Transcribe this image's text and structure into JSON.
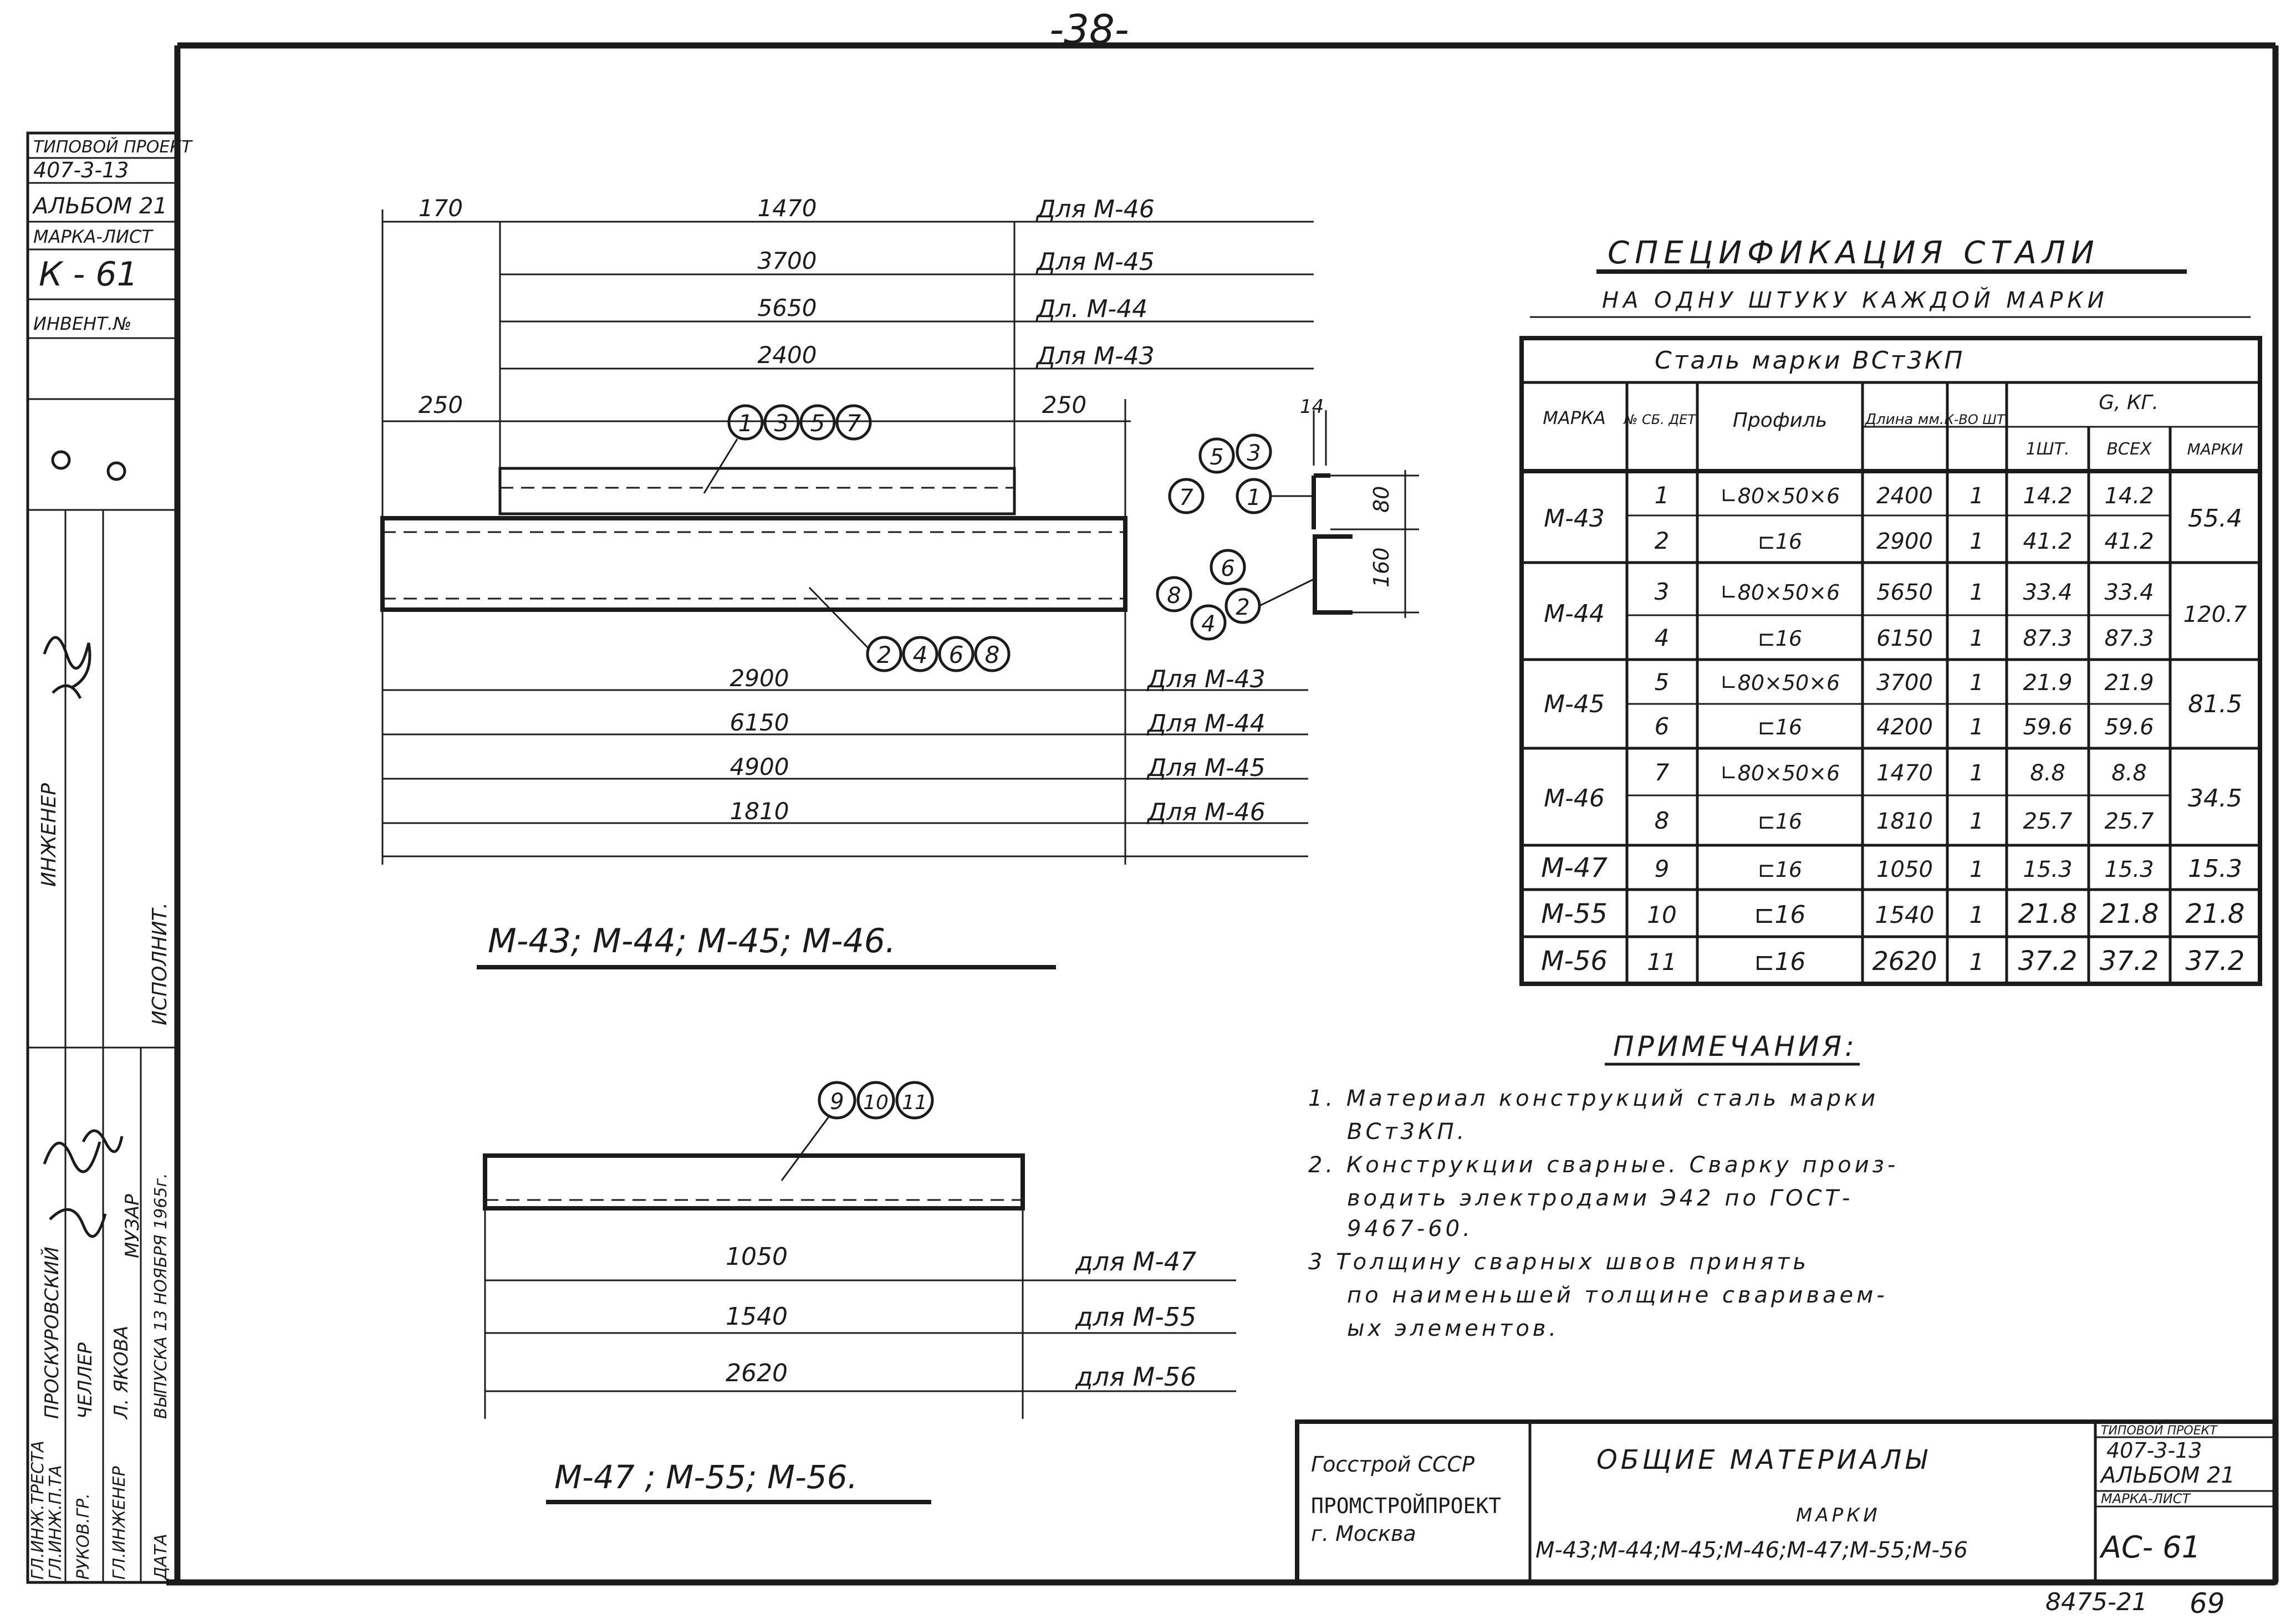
{
  "page_number": "-38-",
  "stamp_left": {
    "rows": [
      "ТИПОВОЙ ПРОЕКТ",
      "407-3-13",
      "АЛЬБОМ 21",
      "МАРКА-ЛИСТ",
      "К - 61",
      "ИНВЕНТ.№"
    ],
    "roles": [
      "ГЛ.ИНЖ.ТРЕСТА",
      "ГЛ.ИНЖ.П.ТА",
      "РУКОВ.ГР.",
      "ГЛ.ИНЖЕНЕР",
      "ДАТА"
    ],
    "names": [
      "ПРОСКУРОВСКИЙ",
      "ЧЕЛЛЕР",
      "Л. ЯКОВА",
      "МУЗАР",
      "ВЫПУСКА 13 НОЯБРЯ 1965г."
    ],
    "col_labels": [
      "ИСПОЛНИТ.",
      "ИНЖЕНЕР"
    ]
  },
  "drawing_top": {
    "dims_top": [
      {
        "value": "1470",
        "label": "Для М-46"
      },
      {
        "value": "3700",
        "label": "Для М-45"
      },
      {
        "value": "5650",
        "label": "Дл. М-44"
      },
      {
        "value": "2400",
        "label": "Для М-43"
      }
    ],
    "left_170": "170",
    "left_250": "250",
    "right_250": "250",
    "dims_bottom": [
      {
        "value": "2900",
        "label": "Для М-43"
      },
      {
        "value": "6150",
        "label": "Для М-44"
      },
      {
        "value": "4900",
        "label": "Для М-45"
      },
      {
        "value": "1810",
        "label": "Для М-46"
      }
    ],
    "callout_upper": [
      "1",
      "3",
      "5",
      "7"
    ],
    "callout_lower": [
      "2",
      "4",
      "6",
      "8"
    ],
    "section_upper": [
      "5",
      "3",
      "7",
      "1"
    ],
    "section_lower": [
      "6",
      "8",
      "2",
      "4"
    ],
    "section_dims": [
      "14",
      "80",
      "160"
    ],
    "caption": "М-43; М-44; М-45; М-46."
  },
  "drawing_bottom": {
    "callout": [
      "9",
      "10",
      "11"
    ],
    "dims": [
      {
        "value": "1050",
        "label": "для М-47"
      },
      {
        "value": "1540",
        "label": "для М-55"
      },
      {
        "value": "2620",
        "label": "для М-56"
      }
    ],
    "caption": "М-47 ; М-55; М-56."
  },
  "spec": {
    "title": "СПЕЦИФИКАЦИЯ    СТАЛИ",
    "subtitle": "НА ОДНУ ШТУКУ КАЖДОЙ МАРКИ",
    "steel_grade": "Сталь марки ВСт3КП",
    "headers": {
      "mark": "МАРКА",
      "no": "№ СБ. ДЕТ.",
      "profile": "Профиль",
      "length": "Длина мм.",
      "qty": "К-ВО ШТ.",
      "weight": "G, КГ.",
      "w1": "1ШТ.",
      "wall": "ВСЕХ",
      "wmark": "МАРКИ"
    },
    "groups": [
      {
        "mark": "М-43",
        "total": "55.4",
        "rows": [
          {
            "no": "1",
            "profile": "∟80×50×6",
            "length": "2400",
            "qty": "1",
            "w1": "14.2",
            "wall": "14.2"
          },
          {
            "no": "2",
            "profile": "⊏16",
            "length": "2900",
            "qty": "1",
            "w1": "41.2",
            "wall": "41.2"
          }
        ]
      },
      {
        "mark": "М-44",
        "total": "120.7",
        "rows": [
          {
            "no": "3",
            "profile": "∟80×50×6",
            "length": "5650",
            "qty": "1",
            "w1": "33.4",
            "wall": "33.4"
          },
          {
            "no": "4",
            "profile": "⊏16",
            "length": "6150",
            "qty": "1",
            "w1": "87.3",
            "wall": "87.3"
          }
        ]
      },
      {
        "mark": "М-45",
        "total": "81.5",
        "rows": [
          {
            "no": "5",
            "profile": "∟80×50×6",
            "length": "3700",
            "qty": "1",
            "w1": "21.9",
            "wall": "21.9"
          },
          {
            "no": "6",
            "profile": "⊏16",
            "length": "4200",
            "qty": "1",
            "w1": "59.6",
            "wall": "59.6"
          }
        ]
      },
      {
        "mark": "М-46",
        "total": "34.5",
        "rows": [
          {
            "no": "7",
            "profile": "∟80×50×6",
            "length": "1470",
            "qty": "1",
            "w1": "8.8",
            "wall": "8.8"
          },
          {
            "no": "8",
            "profile": "⊏16",
            "length": "1810",
            "qty": "1",
            "w1": "25.7",
            "wall": "25.7"
          }
        ]
      },
      {
        "mark": "М-47",
        "total": "15.3",
        "rows": [
          {
            "no": "9",
            "profile": "⊏16",
            "length": "1050",
            "qty": "1",
            "w1": "15.3",
            "wall": "15.3"
          }
        ]
      },
      {
        "mark": "М-55",
        "total": "21.8",
        "rows": [
          {
            "no": "10",
            "profile": "⊏16",
            "length": "1540",
            "qty": "1",
            "w1": "21.8",
            "wall": "21.8"
          }
        ]
      },
      {
        "mark": "М-56",
        "total": "37.2",
        "rows": [
          {
            "no": "11",
            "profile": "⊏16",
            "length": "2620",
            "qty": "1",
            "w1": "37.2",
            "wall": "37.2"
          }
        ]
      }
    ]
  },
  "notes": {
    "title": "ПРИМЕЧАНИЯ:",
    "lines": [
      "1. Материал конструкций сталь марки",
      "ВСт3КП.",
      "2. Конструкции сварные. Сварку произ-",
      "водить электродами Э42 по ГОСТ-",
      "9467-60.",
      "3 Толщину сварных швов принять",
      "по наименьшей толщине свариваем-",
      "ых элементов."
    ]
  },
  "title_block": {
    "org1": "Госстрой СССР",
    "org2": "ПРОМСТРОЙПРОЕКТ",
    "org3": "г. Москва",
    "title": "ОБЩИЕ   МАТЕРИАЛЫ",
    "subtitle": "МАРКИ",
    "marks": "М-43;М-44;М-45;М-46;М-47;М-55;М-56",
    "project_label": "ТИПОВОЙ ПРОЕКТ",
    "project": "407-3-13",
    "album": "АЛЬБОМ 21",
    "sheet_label": "МАРКА-ЛИСТ",
    "sheet": "АС- 61"
  },
  "footer": {
    "code": "8475-21",
    "page": "69"
  }
}
